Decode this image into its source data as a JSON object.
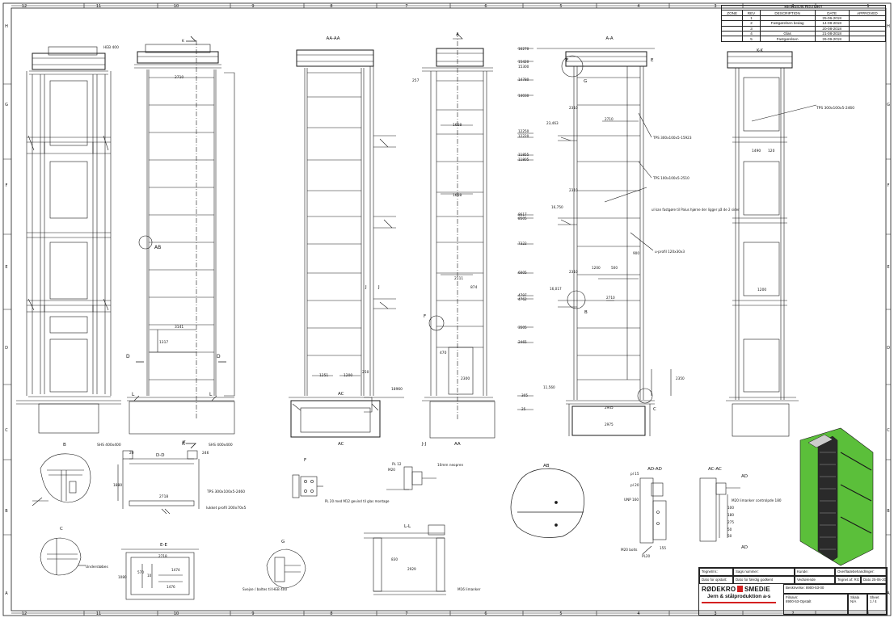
{
  "zones_top": [
    "12",
    "11",
    "10",
    "9",
    "8",
    "7",
    "6",
    "5",
    "4",
    "3",
    "2",
    "1"
  ],
  "zones_side": [
    "H",
    "G",
    "F",
    "E",
    "D",
    "C",
    "B",
    "A"
  ],
  "revision": {
    "title": "REVISION HISTORY",
    "headers": [
      "ZONE",
      "REV",
      "DESCRIPTION",
      "DATE",
      "APPROVED"
    ],
    "rows": [
      [
        "",
        "1",
        "",
        "25-06-2018",
        ""
      ],
      [
        "",
        "2",
        "Fastgørelsen bedag",
        "14-08-2018",
        ""
      ],
      [
        "",
        "3",
        "",
        "20-08-2018",
        ""
      ],
      [
        "",
        "4",
        "Glas",
        "21-08-2018",
        ""
      ],
      [
        "",
        "5",
        "Fastgørelsen",
        "26-09-2018",
        ""
      ]
    ]
  },
  "views": {
    "aa_aa": "AA-AA",
    "a_a": "A-A",
    "k_k": "K-K",
    "k_top": "K",
    "a_top": "A",
    "aa_bottom": "AA",
    "ac_mid": "AC",
    "ac_bottom": "AC",
    "jj": "J-J",
    "j_mark": "J",
    "ab_mark": "AB",
    "f_mark": "F",
    "b_mark": "B",
    "c_mark": "C",
    "e_mark": "E",
    "g_mark": "G",
    "d_left": "D",
    "d_right": "D",
    "l_left": "L",
    "l_right": "L"
  },
  "dims": {
    "hsb_top": "HEB 400",
    "w2710": "2710",
    "w3141": "3141",
    "h1317": "1317",
    "w1251": "1251",
    "w1200": "1200",
    "w250": "250",
    "l18960": "18960",
    "d257": "257",
    "w1658a": "1658",
    "w1658b": "1658",
    "w2111": "2111",
    "d874": "874",
    "d470": "470",
    "h2300": "2300",
    "e16270": "16270",
    "e15420": "15420",
    "e15300": "15300",
    "e14780": "14780",
    "e14030": "14030",
    "e12250": "12250",
    "e12220": "12220",
    "e11855": "11855",
    "e11805": "11805",
    "e8617": "8617",
    "e8505": "8505",
    "e7322": "7322",
    "e6005": "6005",
    "e4797": "4797",
    "e4762": "4762",
    "e3505": "3505",
    "e2465": "2465",
    "e305": "305",
    "e25": "25",
    "d2310a": "2310",
    "d2310b": "2310",
    "d2310c": "2310",
    "d2780": "2710",
    "d2780b": "2710",
    "d1200": "1200",
    "d900": "900",
    "d500": "500",
    "d23463": "23,463",
    "d16750": "16,750",
    "d16017": "16,017",
    "d11560": "11,560",
    "d2945": "2945",
    "d2975": "2975",
    "d2350": "2350",
    "tps1": "TPS 300x100x5-15923",
    "tps2": "TPS 100x100x5-2510",
    "note_fast": "ul kan fastgøre til Palus hjørne der ligger på de 2 sider",
    "uprofil": "u-profil 120x30x3",
    "kk_tps": "TPS 300x100x5-2460",
    "kk_1490": "1490",
    "kk_120": "120",
    "kk_1200": "1200"
  },
  "details": {
    "b": "B",
    "shs": "SHS 400x400",
    "dd": "D-D",
    "shs2": "SHS 400x400",
    "d20": "20",
    "d246": "246",
    "d1880": "1880",
    "d2718": "2718",
    "tps_dd": "TPS 300x100x5-2460",
    "lprofil": "lukket profil 200x70x5",
    "f": "F",
    "f_note": "PL 20 med  M12 gevind til glas montage",
    "pl12": "PL 12",
    "m20": "M20",
    "neopren": "10mm neopren",
    "ab": "AB",
    "adad": "AD-AD",
    "acac": "AC-AC",
    "ad": "AD",
    "ad2": "AD",
    "pl15": "pl 15",
    "pl20": "pl 20",
    "unp": "UNP 160",
    "m20bolts": "M20 bolts",
    "pl20b": "PL20",
    "d155": "155",
    "m20ankre": "M20 limanker controlpde 180",
    "d100": "100",
    "d180": "180",
    "d275": "275",
    "d50a": "50",
    "d50b": "50",
    "c": "C",
    "understobes": "Understøbes",
    "ee": "E-E",
    "e_2718": "2718",
    "e_1474": "1474",
    "e_1476": "1476",
    "e_1080": "1080",
    "e_10": "10",
    "e_570": "570",
    "g": "G",
    "g_note": "Svejse / boltes til HEB 400",
    "ll": "L-L",
    "ll_2929": "2929",
    "ll_830": "830",
    "m16": "M16 limanker"
  },
  "title_block": {
    "tegnet": "Tegnet/nr.:",
    "sags": "Sags nummer:",
    "kunde": "Kunde:",
    "overflade": "Overfladebehandlinger:",
    "dato_for_opstart": "Dato for opstart:",
    "dato_for_faerdig": "Dato for færdig godkent",
    "vedrorende": "Vedrørende",
    "tegnet_af": "Tegnet af:",
    "tegnet_af_val": "RG",
    "dato": "Dato",
    "dato_val": "25-06-2018",
    "beskrivelse": "Beskrivelse:",
    "beskrivelse_val": "8900-53-00",
    "filnavn": "Filnavn:",
    "filnavn_val": "8900-53-Opstalt",
    "skala": "Skala",
    "skala_val": "N/A",
    "sheet": "Sheet",
    "sheet_val": "1 / 4",
    "company1": "RØDEKRO",
    "company2": "SMEDIE",
    "company_sub": "Jern & stålproduktion a-s"
  },
  "colors": {
    "line": "#1a1a1a",
    "brand_red": "#d42020",
    "render_green": "#3fa52a",
    "render_dark": "#2a2a2a"
  }
}
